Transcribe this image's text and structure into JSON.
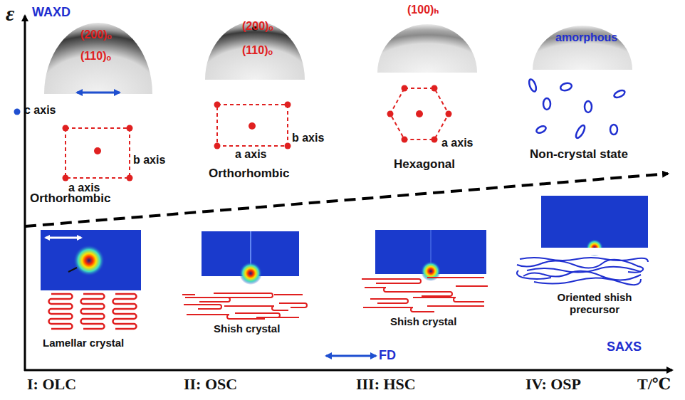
{
  "diagram": {
    "labels": [
      "ε",
      "WAXD",
      "(200)ₒ",
      "(110)ₒ",
      "(200)ₒ",
      "(110)ₒ",
      "(100)ₕ",
      "amorphous",
      "c axis",
      "b axis",
      "a axis",
      "Orthorhombic",
      "b axis",
      "a axis",
      "Orthorhombic",
      "a axis",
      "Hexagonal",
      "Non-crystal state",
      "Lamellar crystal",
      "Shish crystal",
      "Shish crystal",
      "Oriented shish precursor",
      "FD",
      "SAXS",
      "I: OLC",
      "II: OSC",
      "III: HSC",
      "IV: OSP",
      "T/℃"
    ]
  }
}
